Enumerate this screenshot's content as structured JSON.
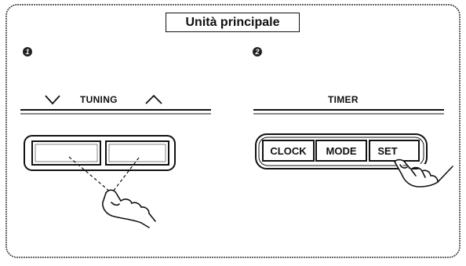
{
  "title": "Unità principale",
  "steps": {
    "first": "1",
    "second": "2"
  },
  "left_panel": {
    "label": "TUNING"
  },
  "right_panel": {
    "label": "TIMER",
    "buttons": [
      "CLOCK",
      "MODE",
      "SET"
    ]
  }
}
